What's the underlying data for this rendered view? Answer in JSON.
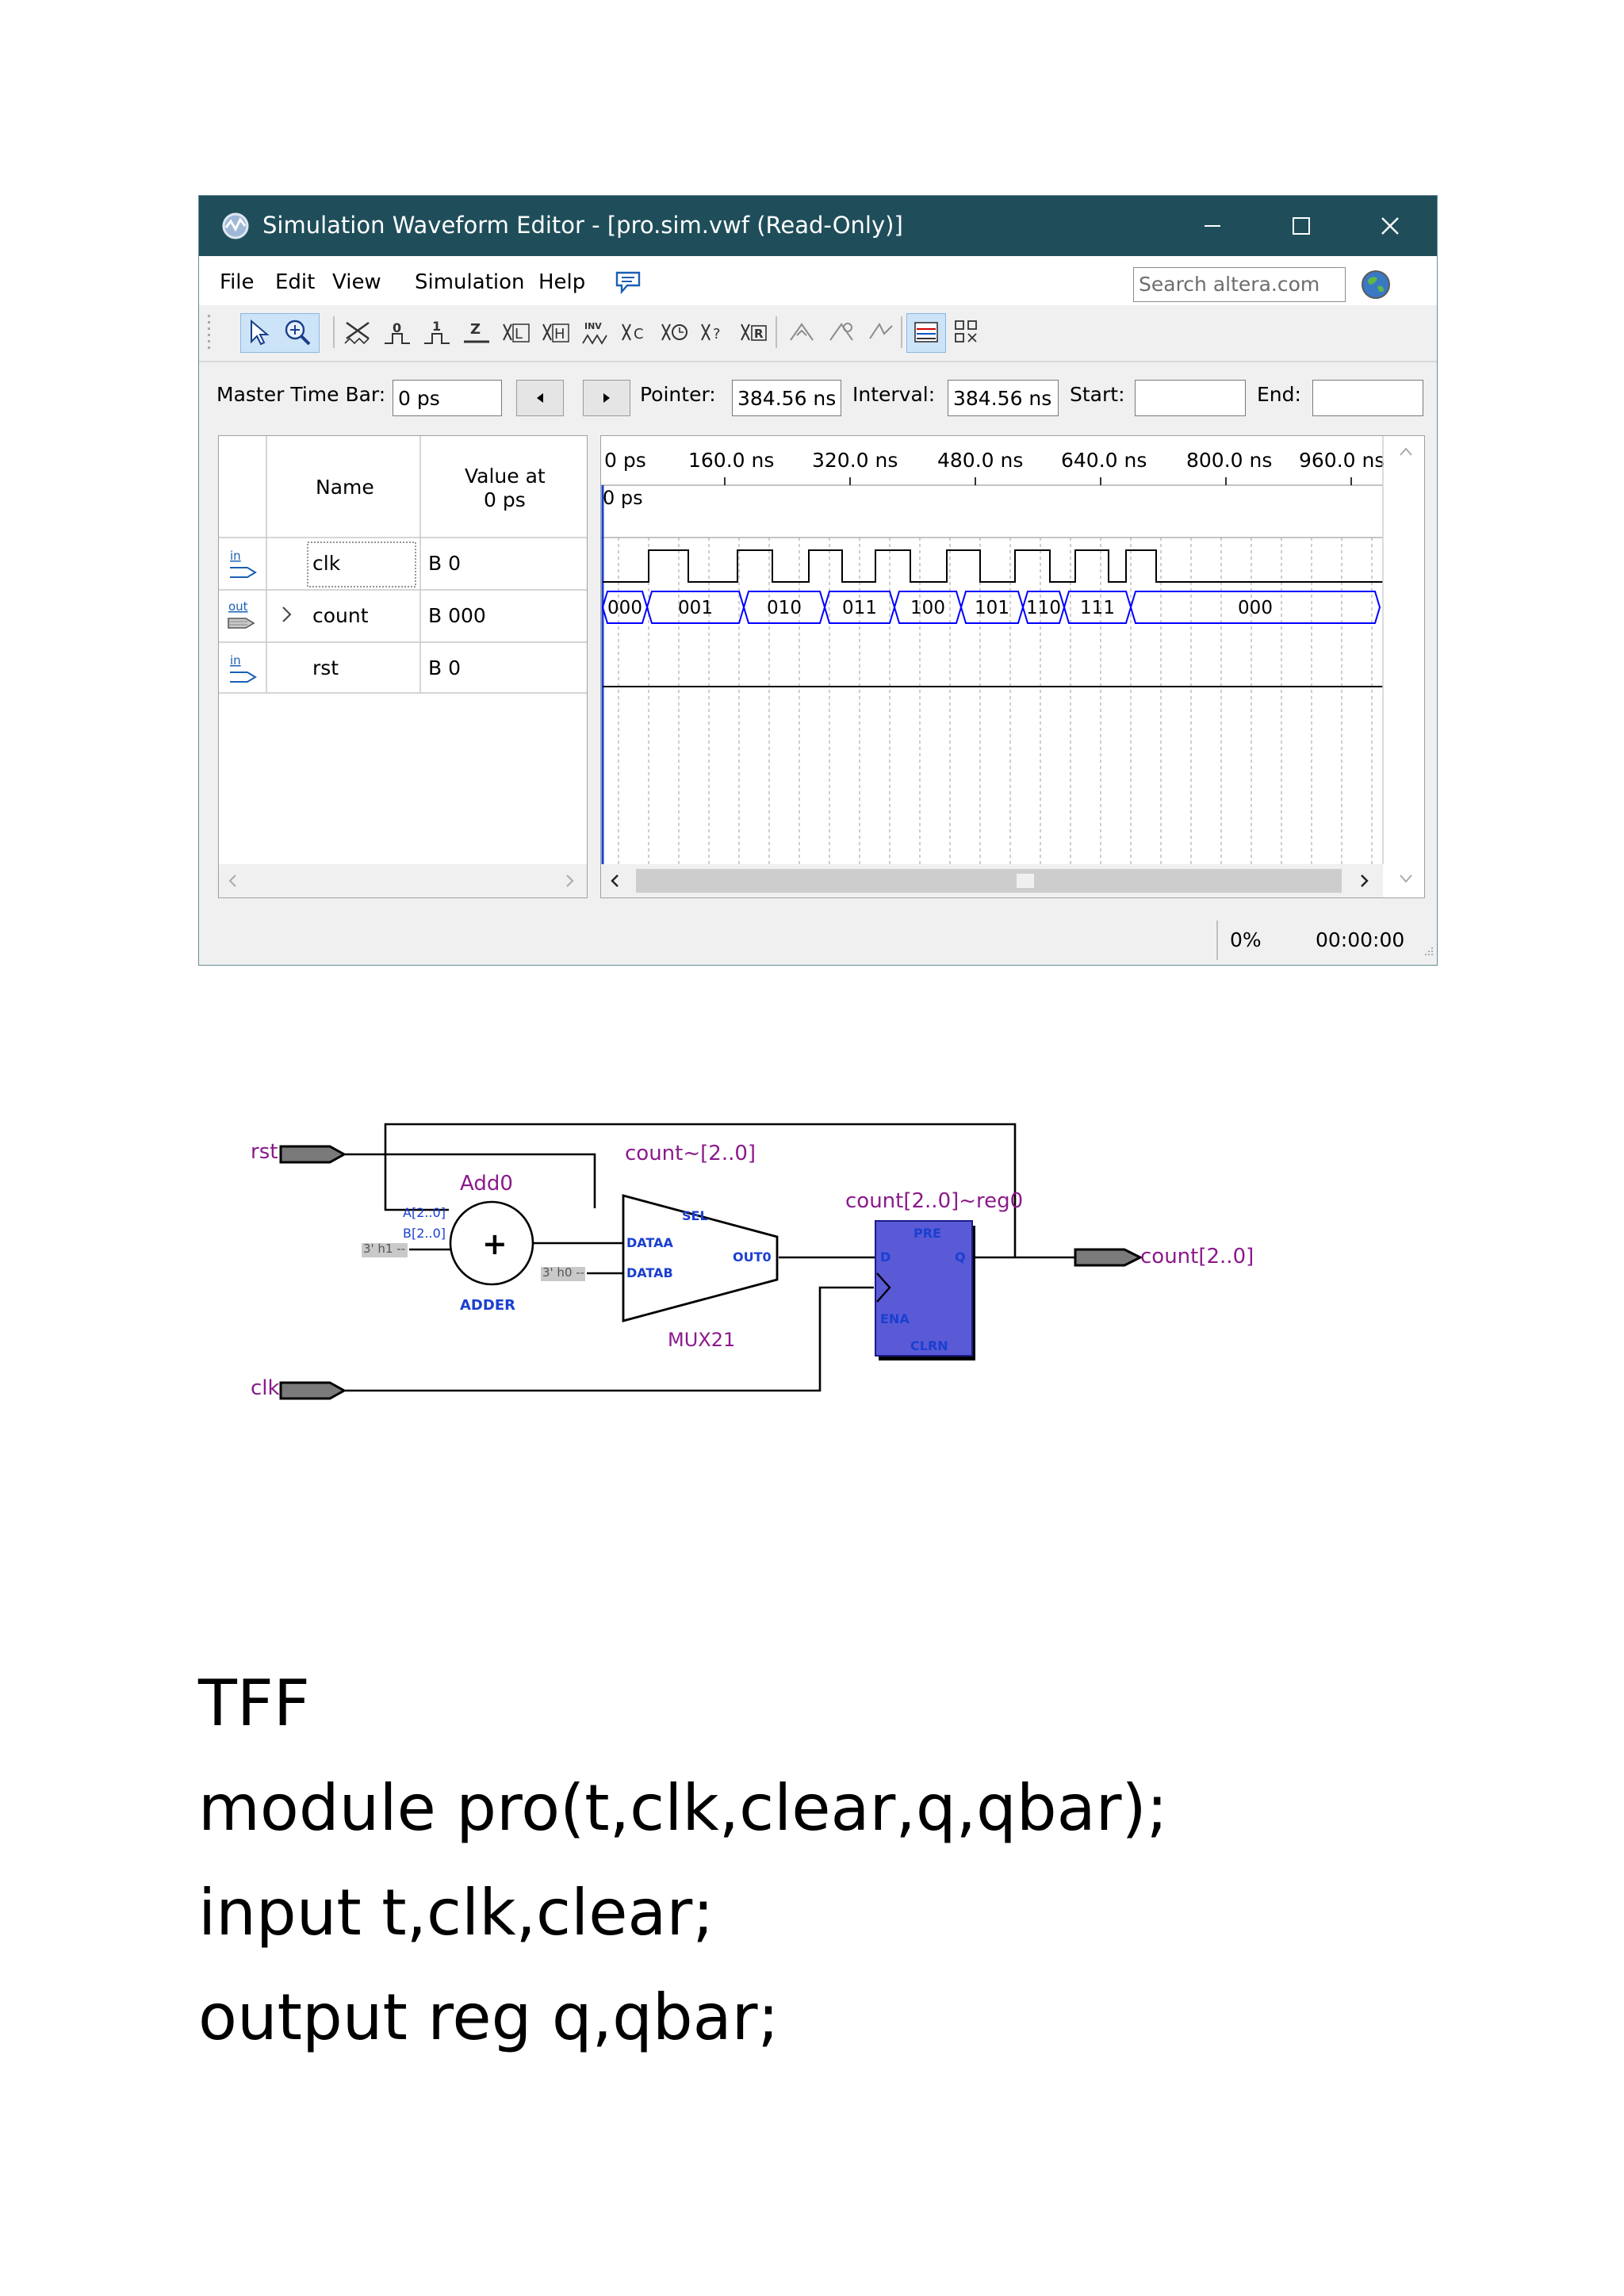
{
  "window": {
    "title": "Simulation Waveform Editor - [pro.sim.vwf (Read-Only)]",
    "icon": "waveform-app-icon",
    "controls": [
      "minimize-icon",
      "maximize-icon",
      "close-icon"
    ]
  },
  "menu": {
    "items": [
      "File",
      "Edit",
      "View",
      "Simulation",
      "Help"
    ],
    "search_placeholder": "Search altera.com"
  },
  "toolbar": {
    "icons": [
      "selection-tool-icon",
      "zoom-tool-icon",
      "forcing-unknown-icon",
      "forcing-low-icon",
      "forcing-high-icon",
      "high-impedance-icon",
      "weak-low-icon",
      "weak-high-icon",
      "invert-icon",
      "count-value-icon",
      "clock-value-icon",
      "arbitrary-value-icon",
      "random-value-icon",
      "snap-to-grid-icon",
      "grid-icon",
      "fit-icon",
      "waveform-view-icon",
      "tabular-view-icon"
    ]
  },
  "master_time_bar": {
    "label": "Master Time Bar:",
    "value": "0 ps",
    "pointer_label": "Pointer:",
    "pointer_value": "384.56 ns",
    "interval_label": "Interval:",
    "interval_value": "384.56 ns",
    "start_label": "Start:",
    "start_value": "",
    "end_label": "End:",
    "end_value": ""
  },
  "signal_table": {
    "col_name": "Name",
    "col_value_line1": "Value at",
    "col_value_line2": "0 ps",
    "rows": [
      {
        "type_icon": "input-pin-icon",
        "type_label": "in",
        "name": "clk",
        "value": "B 0"
      },
      {
        "type_icon": "output-pin-icon",
        "type_label": "out",
        "name": "count",
        "value": "B 000"
      },
      {
        "type_icon": "input-pin-icon",
        "type_label": "in",
        "name": "rst",
        "value": "B 0"
      }
    ]
  },
  "waveform": {
    "ruler": [
      "0 ps",
      "160.0 ns",
      "320.0 ns",
      "480.0 ns",
      "640.0 ns",
      "800.0 ns",
      "960.0 ns"
    ],
    "cursor_label": "0 ps",
    "count_values": [
      "000",
      "001",
      "010",
      "011",
      "100",
      "101",
      "110",
      "111",
      "000"
    ]
  },
  "status": {
    "progress": "0%",
    "elapsed": "00:00:00"
  },
  "schematic": {
    "inputs": [
      "rst",
      "clk"
    ],
    "output": "count[2..0]",
    "adder_name": "Add0",
    "adder_type": "ADDER",
    "adder_a": "A[2..0]",
    "adder_b": "B[2..0]",
    "adder_b_const": "3' h1 --",
    "mux_name": "MUX21",
    "mux_sel": "SEL",
    "mux_dataa": "DATAA",
    "mux_datab": "DATAB",
    "mux_out": "OUT0",
    "mux_datab_const": "3' h0 --",
    "mux_top_label": "count~[2..0]",
    "reg_name": "count[2..0]~reg0",
    "reg_pre": "PRE",
    "reg_d": "D",
    "reg_q": "Q",
    "reg_ena": "ENA",
    "reg_clrn": "CLRN"
  },
  "code": {
    "lines": [
      "TFF",
      "module pro(t,clk,clear,q,qbar);",
      "input t,clk,clear;",
      "output reg q,qbar;"
    ]
  },
  "colors": {
    "titlebar": "#1f4e5a",
    "wave_blue": "#0000ff",
    "schematic_purple": "#8b1a8b",
    "register_fill": "#5a5ad6"
  }
}
